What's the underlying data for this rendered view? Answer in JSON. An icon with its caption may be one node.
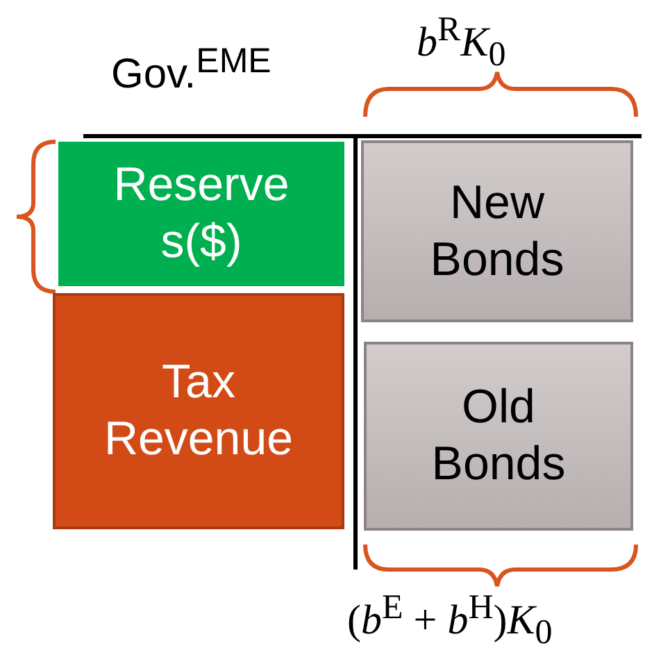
{
  "diagram": {
    "title": "Gov.$^{EME}$",
    "nodes": [
      {
        "text": [
          "Reserve s($)"
        ]
      },
      {
        "text": [
          "Tax Revenue"
        ]
      },
      {
        "text": [
          "New Bonds"
        ]
      },
      {
        "text": [
          "Old Bonds"
        ]
      }
    ],
    "edges": [],
    "labels": [
      "*b*$^{R}$*K*$_{0}$",
      "(*b*$^{E}$ + *b*$^{H}$)*K*$_{0}$"
    ]
  }
}
